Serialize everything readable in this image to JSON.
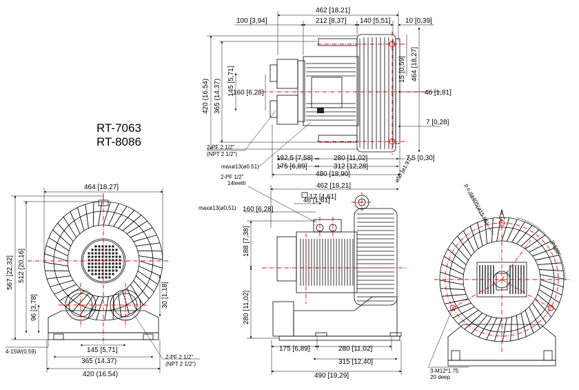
{
  "models": [
    "RT-7063",
    "RT-8086"
  ],
  "top_view": {
    "dims_top": [
      "462 [18,21]",
      "100 [3,94]",
      "212 [8,37]",
      "140 [5,51]",
      "10 [0,39]"
    ],
    "dims_left": [
      "420 (16.54)",
      "365 (14.37)",
      "145 [5,71]",
      "160 [6,28]"
    ],
    "dims_right": [
      "464 [18,27]",
      "15 [0,59]",
      "46 [1,81]",
      "7 [0,28]"
    ],
    "dims_bottom": [
      "192,5 [7,58]",
      "175 [6,89]",
      "280 [11,02]",
      "312 [12,28]",
      "7,5 [0,30]",
      "480 [18,90]"
    ],
    "notes": [
      "2-PF 2 1/2\"",
      "(NPT 2 1/2\")",
      "maxø13(ø0.51)"
    ]
  },
  "front_view": {
    "dims_top": [
      "464 [18,27]"
    ],
    "dims_left": [
      "567 [22,32]",
      "512 [20,16]",
      "96 [3,78]"
    ],
    "dims_right": [
      "30 [1,18]"
    ],
    "dims_bottom": [
      "145 [5,71]",
      "365 (14.37)",
      "420 (16.54)"
    ],
    "slot": "4-15W(0.59)",
    "notes": [
      "2-PF 2 1/2\"",
      "(NPT 2 1/2\")"
    ]
  },
  "side_view": {
    "dims_top": [
      "462 [18,21]",
      "17 [4,61]",
      "46 [1,81]",
      "160 [6,28]"
    ],
    "dims_left": [
      "188 [7,38]",
      "280 [11,02]"
    ],
    "dims_bottom": [
      "175 [6,89]",
      "280 [11,02]",
      "315 [12,40]",
      "490 [19,29]"
    ],
    "notes": [
      "2-PF 1/2\"",
      "14teeth",
      "maxø13(ø0,51)",
      "ø50 [ø1,97]"
    ]
  },
  "rear_view": {
    "pcd": "p.c.dø405(ø15.95)",
    "angle": "3*120°",
    "notes": [
      "3-M12*1.75",
      "20 deep"
    ]
  }
}
